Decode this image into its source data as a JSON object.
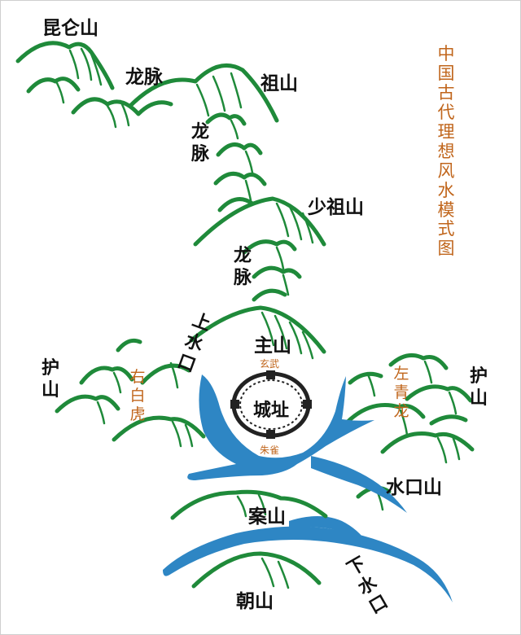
{
  "title": "中国古代理想风水模式图",
  "labels": {
    "kunlun": "昆仑山",
    "longmai_top": "龙脉",
    "zushan": "祖山",
    "longmai_v1": "龙脉",
    "shaozushan": "少祖山",
    "longmai_v2": "龙脉",
    "zhushan": "主山",
    "shangshuikou": "上水口",
    "hushan_left": "护山",
    "hushan_right": "护山",
    "baihu": "右白虎",
    "qinglong": "左青龙",
    "xuanwu": "玄武",
    "chengzhi": "城址",
    "zhuque": "朱雀",
    "shuikoushan": "水口山",
    "anshan": "案山",
    "xiashuikou": "下水口",
    "chaoshan": "朝山"
  },
  "colors": {
    "mountain": "#1f8a3a",
    "water": "#2e86c4",
    "accent_text": "#c0651b",
    "city_wall": "#222222"
  }
}
